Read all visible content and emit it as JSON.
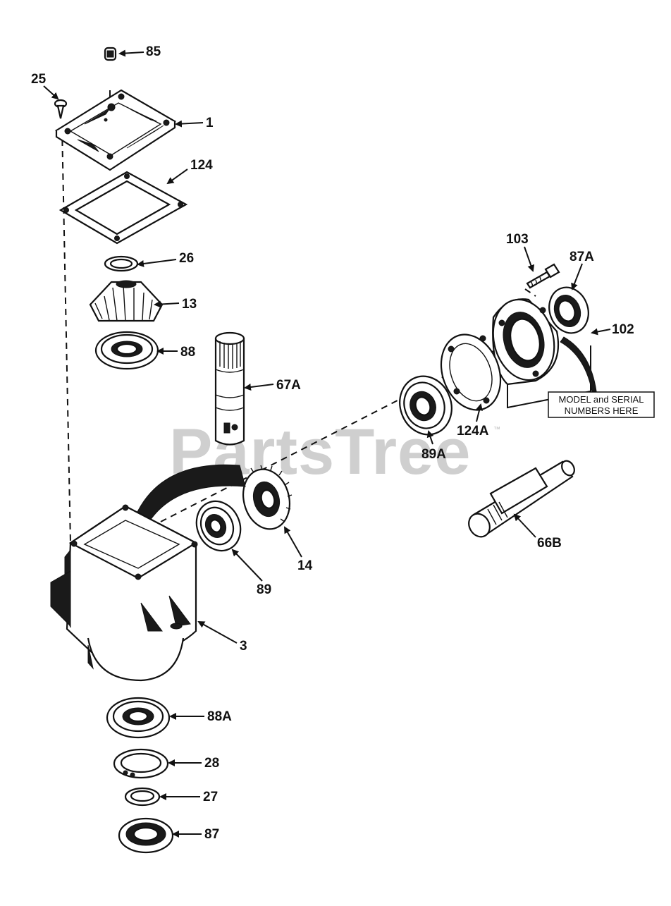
{
  "watermark": "PartsTree",
  "trademark": "™",
  "model_note_line1": "MODEL and SERIAL",
  "model_note_line2": "NUMBERS HERE",
  "callouts": {
    "p85": "85",
    "p25": "25",
    "p1": "1",
    "p124": "124",
    "p26": "26",
    "p13": "13",
    "p88": "88",
    "p67A": "67A",
    "p103": "103",
    "p87A": "87A",
    "p102": "102",
    "p124A": "124A",
    "p89A": "89A",
    "p66B": "66B",
    "p89": "89",
    "p14": "14",
    "p3": "3",
    "p88A": "88A",
    "p28": "28",
    "p27": "27",
    "p87": "87"
  }
}
